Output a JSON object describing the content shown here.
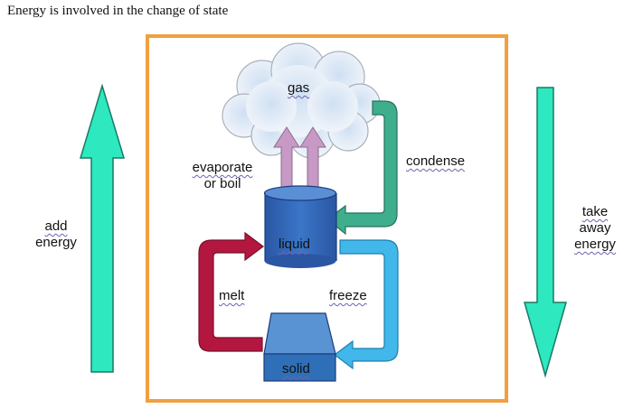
{
  "caption": "Energy is involved in the change of state",
  "labels": {
    "gas": "gas",
    "liquid": "liquid",
    "solid": "solid",
    "evaporate": "evaporate",
    "or_boil": "or boil",
    "condense": "condense",
    "melt": "melt",
    "freeze": "freeze",
    "add": "add",
    "energy_left": "energy",
    "take": "take",
    "away": "away",
    "energy_right": "energy"
  },
  "colors": {
    "frame": "#f0a040",
    "energy_arrow": "#2ee8c0",
    "evaporate_arrow": "#c79ac5",
    "condense_arrow": "#3fae8d",
    "melt_arrow": "#b3173f",
    "freeze_arrow": "#41b7ea",
    "liquid": "#2f63b6",
    "solid": "#2f6fb8"
  }
}
